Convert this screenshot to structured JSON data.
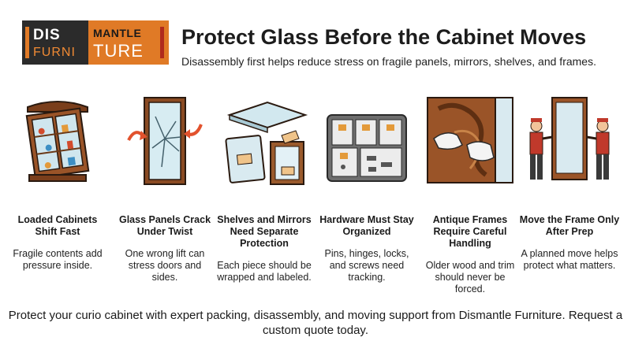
{
  "logo": {
    "line1": "DIS",
    "line2": "FURNI",
    "line3": "MANTLE",
    "line4": "TURE"
  },
  "header": {
    "title": "Protect Glass Before the Cabinet Moves",
    "subtitle": "Disassembly first helps reduce stress on fragile panels, mirrors, shelves, and frames."
  },
  "colors": {
    "accent": "#e07a26",
    "dark": "#2b2b2b",
    "wood": "#8a4a22",
    "red": "#c0392b"
  },
  "columns": [
    {
      "icon": "curio-cabinet-icon",
      "title": "Loaded Cabinets Shift Fast",
      "desc": "Fragile contents add pressure inside."
    },
    {
      "icon": "cracked-glass-panel-icon",
      "title": "Glass Panels Crack Under Twist",
      "desc": "One wrong lift can stress doors and sides."
    },
    {
      "icon": "wrapped-shelves-mirror-icon",
      "title": "Shelves and Mirrors Need Separate Protection",
      "desc": "Each piece should be wrapped and labeled."
    },
    {
      "icon": "hardware-organizer-icon",
      "title": "Hardware Must Stay Organized",
      "desc": "Pins, hinges, locks, and screws need tracking."
    },
    {
      "icon": "antique-frame-handling-icon",
      "title": "Antique Frames Require Careful Handling",
      "desc": "Older wood and trim should never be forced."
    },
    {
      "icon": "movers-carrying-frame-icon",
      "title": "Move the Frame Only After Prep",
      "desc": "A planned move helps protect what matters."
    }
  ],
  "footer": "Protect your curio cabinet with expert packing, disassembly, and moving support from Dismantle Furniture. Request a custom quote today."
}
